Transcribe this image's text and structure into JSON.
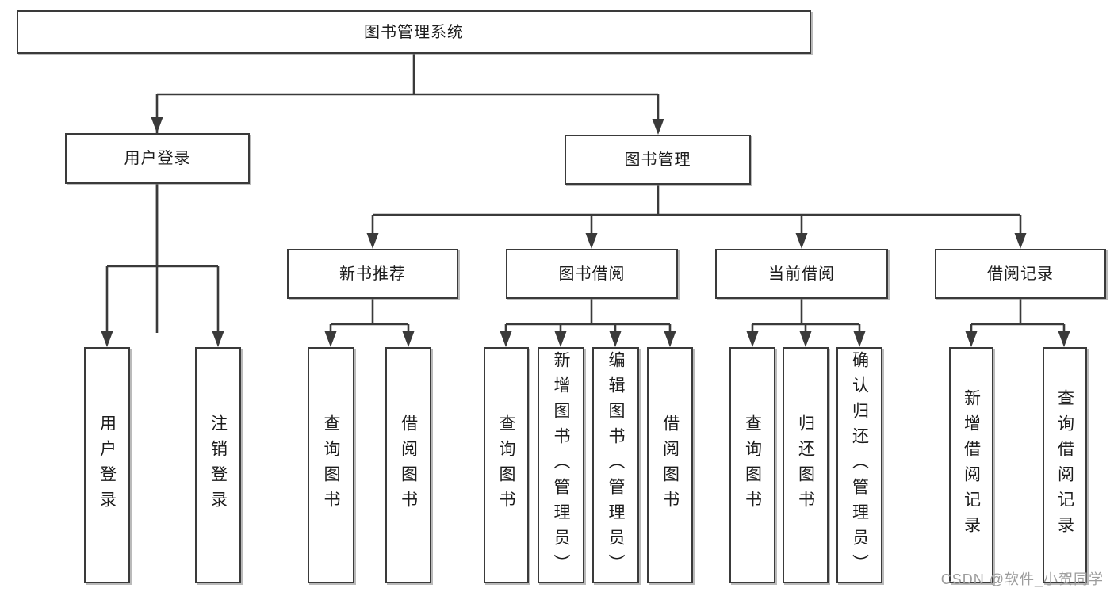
{
  "tree": {
    "root": {
      "label": "图书管理系统"
    },
    "level2": [
      {
        "label": "用户登录",
        "children": [
          {
            "label": "用户登录"
          },
          {
            "label": "注销登录"
          }
        ]
      },
      {
        "label": "图书管理",
        "children": [
          {
            "label": "新书推荐",
            "children": [
              {
                "label": "查询图书"
              },
              {
                "label": "借阅图书"
              }
            ]
          },
          {
            "label": "图书借阅",
            "children": [
              {
                "label": "查询图书"
              },
              {
                "label": "新增图书（管理员）"
              },
              {
                "label": "编辑图书（管理员）"
              },
              {
                "label": "借阅图书"
              }
            ]
          },
          {
            "label": "当前借阅",
            "children": [
              {
                "label": "查询图书"
              },
              {
                "label": "归还图书"
              },
              {
                "label": "确认归还（管理员）"
              }
            ]
          },
          {
            "label": "借阅记录",
            "children": [
              {
                "label": "新增借阅记录"
              },
              {
                "label": "查询借阅记录"
              }
            ]
          }
        ]
      }
    ]
  },
  "watermark": {
    "text": "CSDN @软件_小贺同学"
  },
  "colors": {
    "line": "#3a3a3a",
    "text": "#1c1c1c",
    "watermark": "#9c9c9c",
    "background": "#ffffff"
  }
}
